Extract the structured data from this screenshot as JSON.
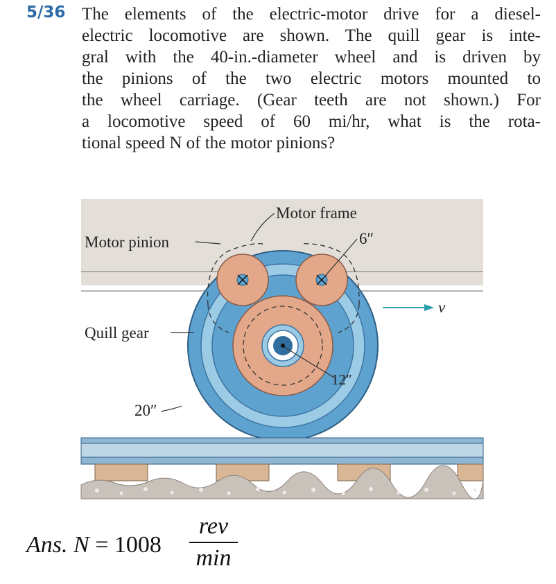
{
  "problem": {
    "number": "5/36",
    "lines": [
      "The elements of the electric-motor drive for a diesel-",
      "electric locomotive are shown. The quill gear is inte-",
      "gral with the 40-in.-diameter wheel and is driven by",
      "the pinions of the two electric motors mounted to",
      "the wheel carriage. (Gear teeth are not shown.) For",
      "a locomotive speed of 60 mi/hr, what is the rota-",
      "tional speed N of the motor pinions?"
    ]
  },
  "figure": {
    "labels": {
      "motor_frame": "Motor frame",
      "motor_pinion": "Motor pinion",
      "pinion_radius": "6″",
      "quill_gear": "Quill gear",
      "wheel_radius": "20″",
      "quill_radius": "12″",
      "velocity": "v"
    },
    "colors": {
      "frame": "#e4ded8",
      "wheel_outer": "#5ea2cf",
      "wheel_inner": "#9ccbe6",
      "gear": "#e3a88a",
      "rail": "#8fb6d2",
      "ties": "#d9b796",
      "arrow": "#2a9db0"
    }
  },
  "answer": {
    "prefix": "Ans.",
    "variable": "N",
    "equals": "=",
    "value": "1008",
    "unit_numerator": "rev",
    "unit_denominator": "min"
  }
}
